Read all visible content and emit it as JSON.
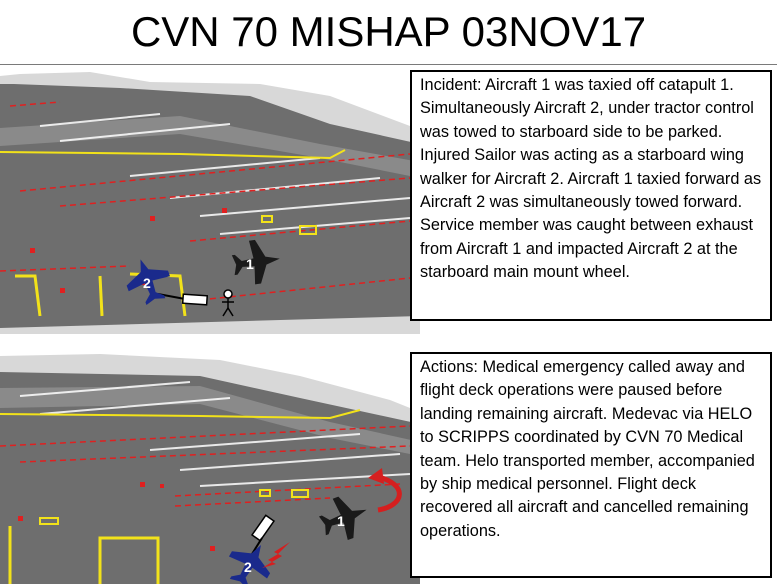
{
  "slide": {
    "title": "CVN 70 MISHAP 03NOV17"
  },
  "incident_box": {
    "text": "Incident: Aircraft 1 was taxied off catapult 1.  Simultaneously Aircraft 2, under tractor control was towed to starboard side to be parked.  Injured Sailor was acting as a starboard wing walker for Aircraft 2.  Aircraft 1 taxied forward as Aircraft 2 was simultaneously towed forward.  Service member was caught between exhaust from Aircraft 1 and impacted Aircraft 2 at the starboard main mount wheel."
  },
  "actions_box": {
    "text": "Actions:  Medical emergency called away and flight deck operations were paused before landing remaining aircraft.  Medevac via HELO to SCRIPPS coordinated by CVN 70 Medical team.  Helo transported member, accompanied by ship medical personnel.  Flight deck recovered all aircraft and cancelled remaining operations."
  },
  "top_diagram": {
    "aircraft_1_label": "1",
    "aircraft_2_label": "2"
  },
  "bottom_diagram": {
    "aircraft_1_label": "1",
    "aircraft_2_label": "2"
  },
  "colors": {
    "deck": "#6e6e6e",
    "deck_light": "#9a9a9a",
    "ship_outline": "#cfcfcf",
    "aircraft_1": "#1a1a1a",
    "aircraft_2": "#1a2a8c",
    "yellow_line": "#f2e21a",
    "red_dash": "#e02020",
    "arrow_red": "#d51f1f"
  }
}
